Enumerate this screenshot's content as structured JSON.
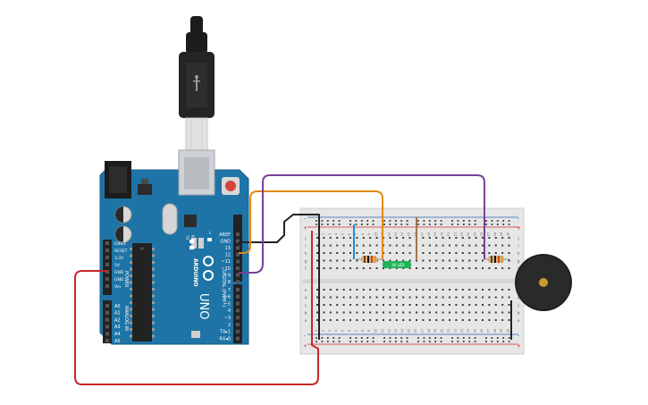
{
  "arduino": {
    "brand": "ARDUINO",
    "model": "UNO",
    "digital_header_label": "DIGITAL (PWM~)",
    "power_header_label": "POWER",
    "analog_header_label": "ANALOG IN",
    "top_pins": [
      "AREF",
      "GND",
      "13",
      "12",
      "~11",
      "~10",
      "~9",
      "8"
    ],
    "bottom_pins": [
      "7",
      "~6",
      "~5",
      "4",
      "~3",
      "2",
      "TX▸1",
      "RX◂0"
    ],
    "power_pins": [
      "IOREF",
      "RESET",
      "3.3V",
      "5V",
      "GND",
      "GND",
      "Vin"
    ],
    "analog_pins": [
      "A0",
      "A1",
      "A2",
      "A3",
      "A4",
      "A5"
    ],
    "led_labels": [
      "TX",
      "RX",
      "L"
    ],
    "color": "#1e74a6"
  },
  "breadboard": {
    "row_letters_top": [
      "j",
      "i",
      "h",
      "g",
      "f"
    ],
    "row_letters_bottom": [
      "e",
      "d",
      "c",
      "b",
      "a"
    ],
    "column_numbers": [
      "1",
      "2",
      "3",
      "4",
      "5",
      "6",
      "7",
      "8",
      "9",
      "10",
      "11",
      "12",
      "13",
      "14",
      "15",
      "16",
      "17",
      "18",
      "19",
      "20",
      "21",
      "22",
      "23",
      "24",
      "25",
      "26",
      "27",
      "28",
      "29",
      "30"
    ],
    "rail_plus": "+",
    "rail_minus": "-"
  },
  "led": {
    "label": "1K LED"
  },
  "wires": {
    "gnd": "#222222",
    "pin13": "#e08a12",
    "pin9": "#7b3f98",
    "power_5v": "#c62828",
    "blue": "#1f8fd6",
    "brown": "#a0754d"
  }
}
